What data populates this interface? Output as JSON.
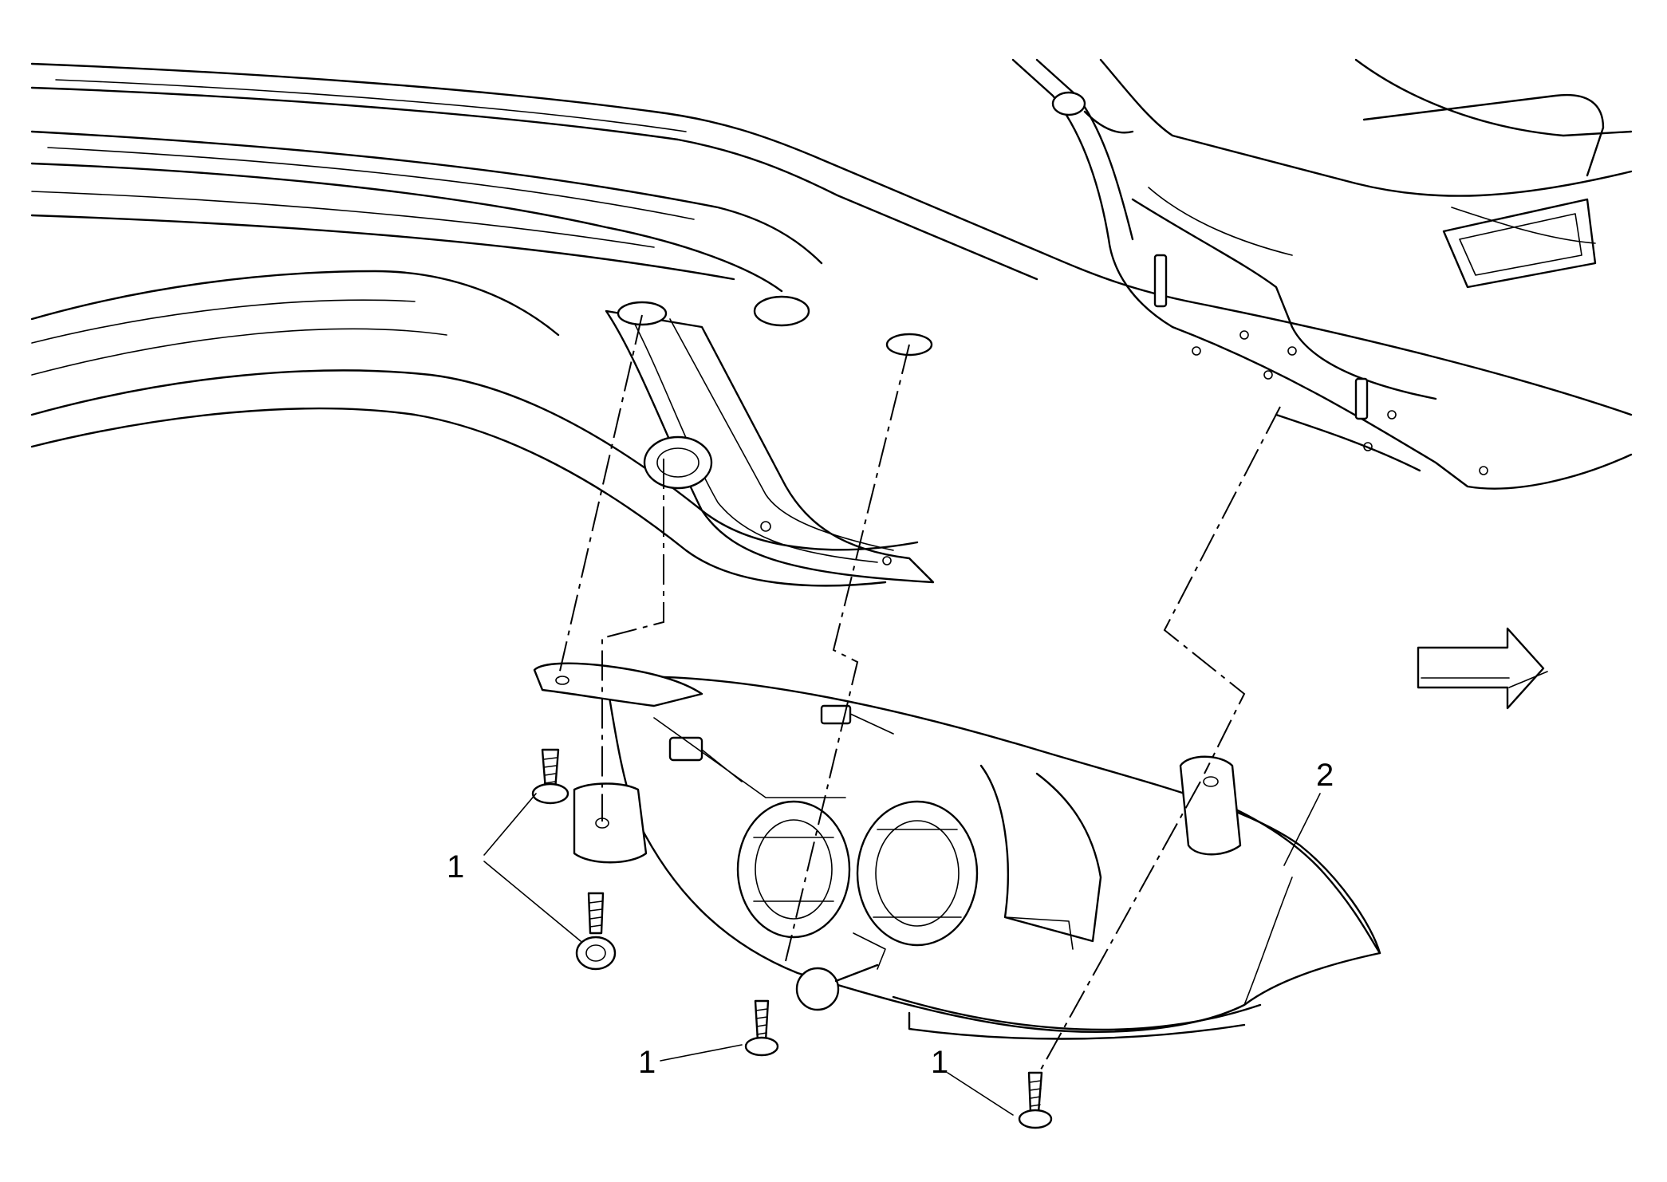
{
  "diagram": {
    "callouts": [
      {
        "id": "bolt-top-left",
        "label": "1"
      },
      {
        "id": "bolt-bottom-center",
        "label": "1"
      },
      {
        "id": "bolt-bottom-right",
        "label": "1"
      },
      {
        "id": "headlamp-assembly",
        "label": "2"
      }
    ],
    "direction_arrow": "arrow-right-icon"
  }
}
